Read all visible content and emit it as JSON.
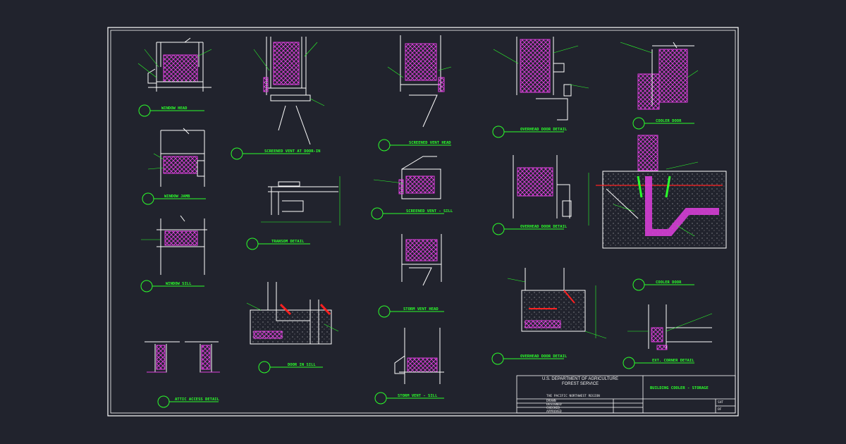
{
  "colors": {
    "background": "#21232d",
    "line": "#ffffff",
    "annotation": "#2bff2b",
    "insulation": "#e040e0",
    "highlight": "#ff2020"
  },
  "details": [
    {
      "id": "window-head",
      "title": "WINDOW HEAD"
    },
    {
      "id": "window-jamb",
      "title": "WINDOW JAMB"
    },
    {
      "id": "window-sill",
      "title": "WINDOW SILL"
    },
    {
      "id": "attic-access",
      "title": "ATTIC ACCESS DETAIL"
    },
    {
      "id": "screened-vent-door",
      "title": "SCREENED VENT AT DOOR-IN"
    },
    {
      "id": "transom",
      "title": "TRANSOM DETAIL"
    },
    {
      "id": "door-in-sill",
      "title": "DOOR IN SILL"
    },
    {
      "id": "screened-vent-head",
      "title": "SCREENED VENT HEAD"
    },
    {
      "id": "screened-vent-sill",
      "title": "SCREENED VENT - SILL"
    },
    {
      "id": "storm-vent-head",
      "title": "STORM VENT HEAD"
    },
    {
      "id": "storm-vent-sill",
      "title": "STORM VENT - SILL"
    },
    {
      "id": "overhead-door-detail-1",
      "title": "OVERHEAD DOOR DETAIL"
    },
    {
      "id": "overhead-door-detail-2",
      "title": "OVERHEAD DOOR DETAIL"
    },
    {
      "id": "overhead-door-detail-3",
      "title": "OVERHEAD DOOR DETAIL"
    },
    {
      "id": "cooler-door-1",
      "title": "COOLER DOOR"
    },
    {
      "id": "cooler-door-2",
      "title": "COOLER DOOR"
    },
    {
      "id": "ext-corner",
      "title": "EXT. CORNER DETAIL"
    }
  ],
  "title_block": {
    "agency_line1": "U.S. DEPARTMENT OF AGRICULTURE",
    "agency_line2": "FOREST SERVICE",
    "region": "THE PACIFIC NORTHWEST REGION",
    "project": "BUILDING COOLER - STORAGE",
    "sheet_rows": [
      "DRAWN",
      "DESIGNED",
      "CHECKED",
      "APPROVED"
    ],
    "sheet_label": "SHT",
    "sheet_of": "OF"
  }
}
